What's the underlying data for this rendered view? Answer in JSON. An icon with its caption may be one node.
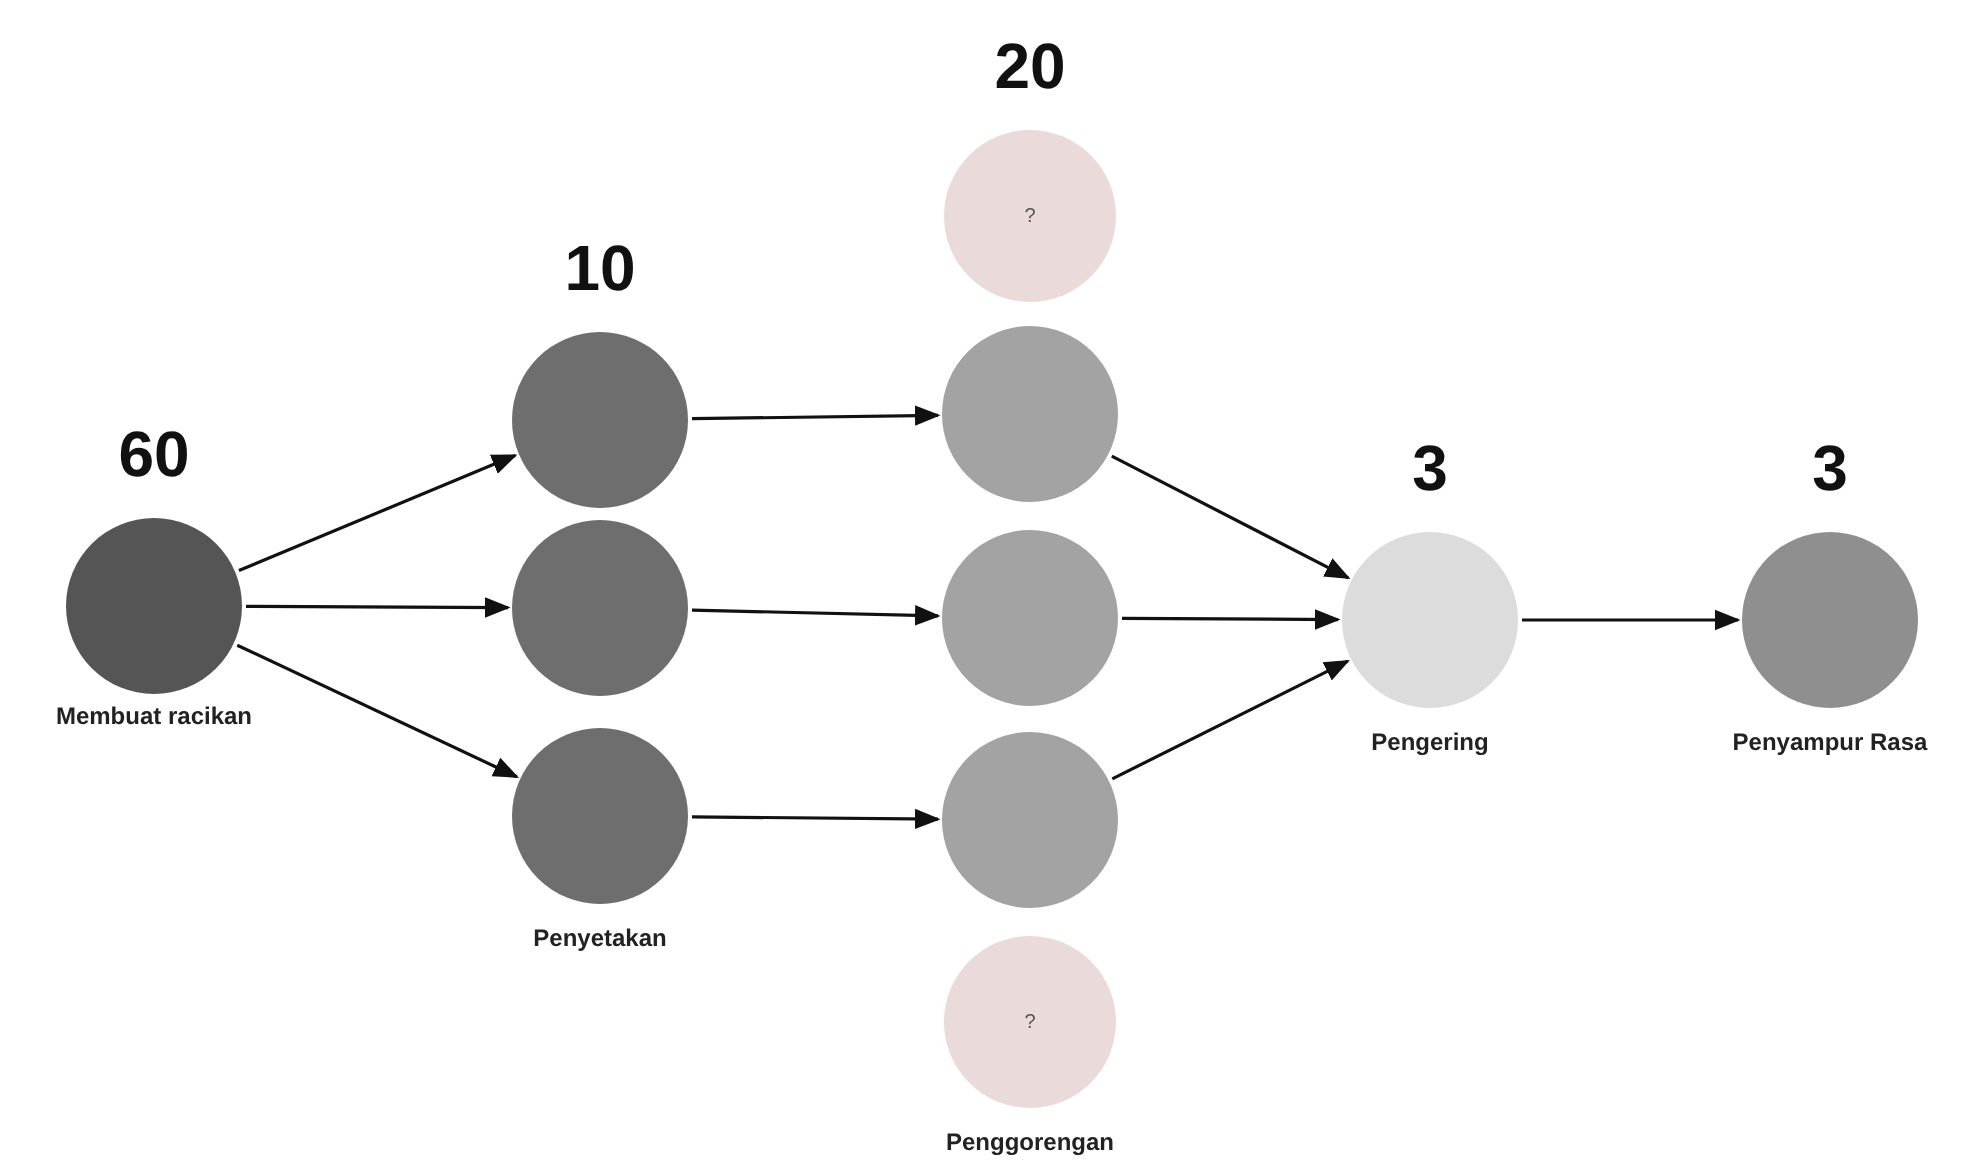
{
  "diagram": {
    "nodes": [
      {
        "text": [],
        "shape": "circle",
        "beside": [
          "60",
          "Membuat racikan"
        ]
      },
      {
        "text": [],
        "shape": "circle",
        "beside": [
          "10"
        ]
      },
      {
        "text": [],
        "shape": "circle"
      },
      {
        "text": [],
        "shape": "circle",
        "beside": [
          "Penyetakan"
        ]
      },
      {
        "text": [
          "?"
        ],
        "beside": [
          "20"
        ]
      },
      {
        "text": [],
        "shape": "circle"
      },
      {
        "text": [],
        "shape": "circle"
      },
      {
        "text": [],
        "shape": "circle"
      },
      {
        "text": [
          "?"
        ],
        "beside": [
          "Penggorengan"
        ]
      },
      {
        "text": [],
        "shape": "circle",
        "beside": [
          "3",
          "Pengering"
        ]
      },
      {
        "text": [],
        "shape": "circle",
        "beside": [
          "3",
          "Penyampur Rasa"
        ]
      }
    ],
    "edges": [
      {
        "from": 0,
        "to": 1,
        "arrow": "to"
      },
      {
        "from": 0,
        "to": 2,
        "arrow": "to"
      },
      {
        "from": 0,
        "to": 3,
        "arrow": "to"
      },
      {
        "from": 1,
        "to": 5,
        "arrow": "to"
      },
      {
        "from": 2,
        "to": 6,
        "arrow": "to"
      },
      {
        "from": 3,
        "to": 7,
        "arrow": "to"
      },
      {
        "from": 5,
        "to": 9,
        "arrow": "to"
      },
      {
        "from": 6,
        "to": 9,
        "arrow": "to"
      },
      {
        "from": 7,
        "to": 9,
        "arrow": "to"
      },
      {
        "from": 9,
        "to": 10,
        "arrow": "to"
      }
    ]
  }
}
